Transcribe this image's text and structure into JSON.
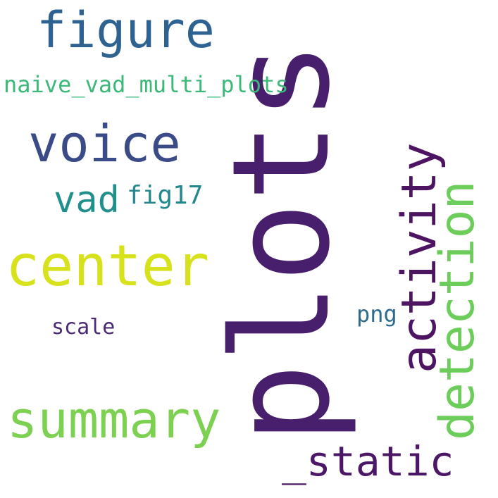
{
  "words": {
    "plots": {
      "text": "plots",
      "color": "#471f6d"
    },
    "figure": {
      "text": "figure",
      "color": "#2e6391"
    },
    "naive": {
      "text": "naive_vad_multi_plots",
      "color": "#3cb878"
    },
    "voice": {
      "text": "voice",
      "color": "#3b4b88"
    },
    "vad": {
      "text": "vad",
      "color": "#21908d"
    },
    "fig17": {
      "text": "fig17",
      "color": "#23888e"
    },
    "center": {
      "text": "center",
      "color": "#d7e21d"
    },
    "activity": {
      "text": "activity",
      "color": "#4d1462"
    },
    "detection": {
      "text": "detection",
      "color": "#6ccd5a"
    },
    "png": {
      "text": "png",
      "color": "#2f6b8e"
    },
    "scale": {
      "text": "scale",
      "color": "#4a2a74"
    },
    "summary": {
      "text": "summary",
      "color": "#7dd150"
    },
    "static": {
      "text": "_static",
      "color": "#4b1766"
    }
  }
}
